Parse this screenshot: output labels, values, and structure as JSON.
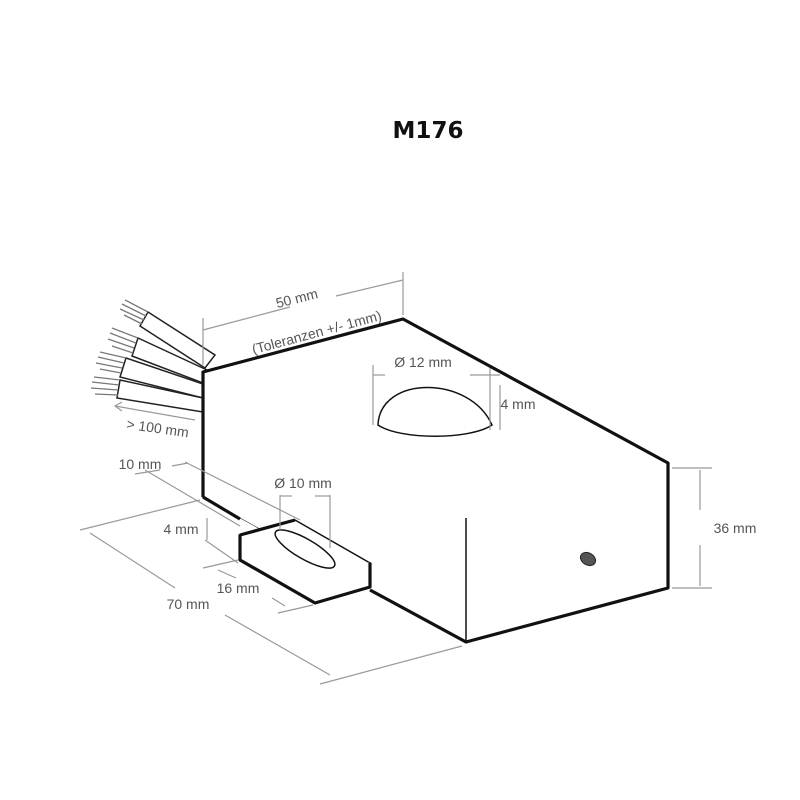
{
  "title": "M176",
  "dimensions": {
    "width": "50 mm",
    "tolerance": "(Toleranzen +/- 1mm)",
    "dome_diameter": "Ø 12 mm",
    "dome_height": "4 mm",
    "cable_length": "> 100 mm",
    "tab_offset": "10 mm",
    "slot_diameter": "Ø 10 mm",
    "tab_height": "4 mm",
    "tab_length": "16 mm",
    "length": "70 mm",
    "height": "36 mm"
  },
  "colors": {
    "outline": "#111111",
    "dimension": "#999999",
    "label": "#555555"
  }
}
